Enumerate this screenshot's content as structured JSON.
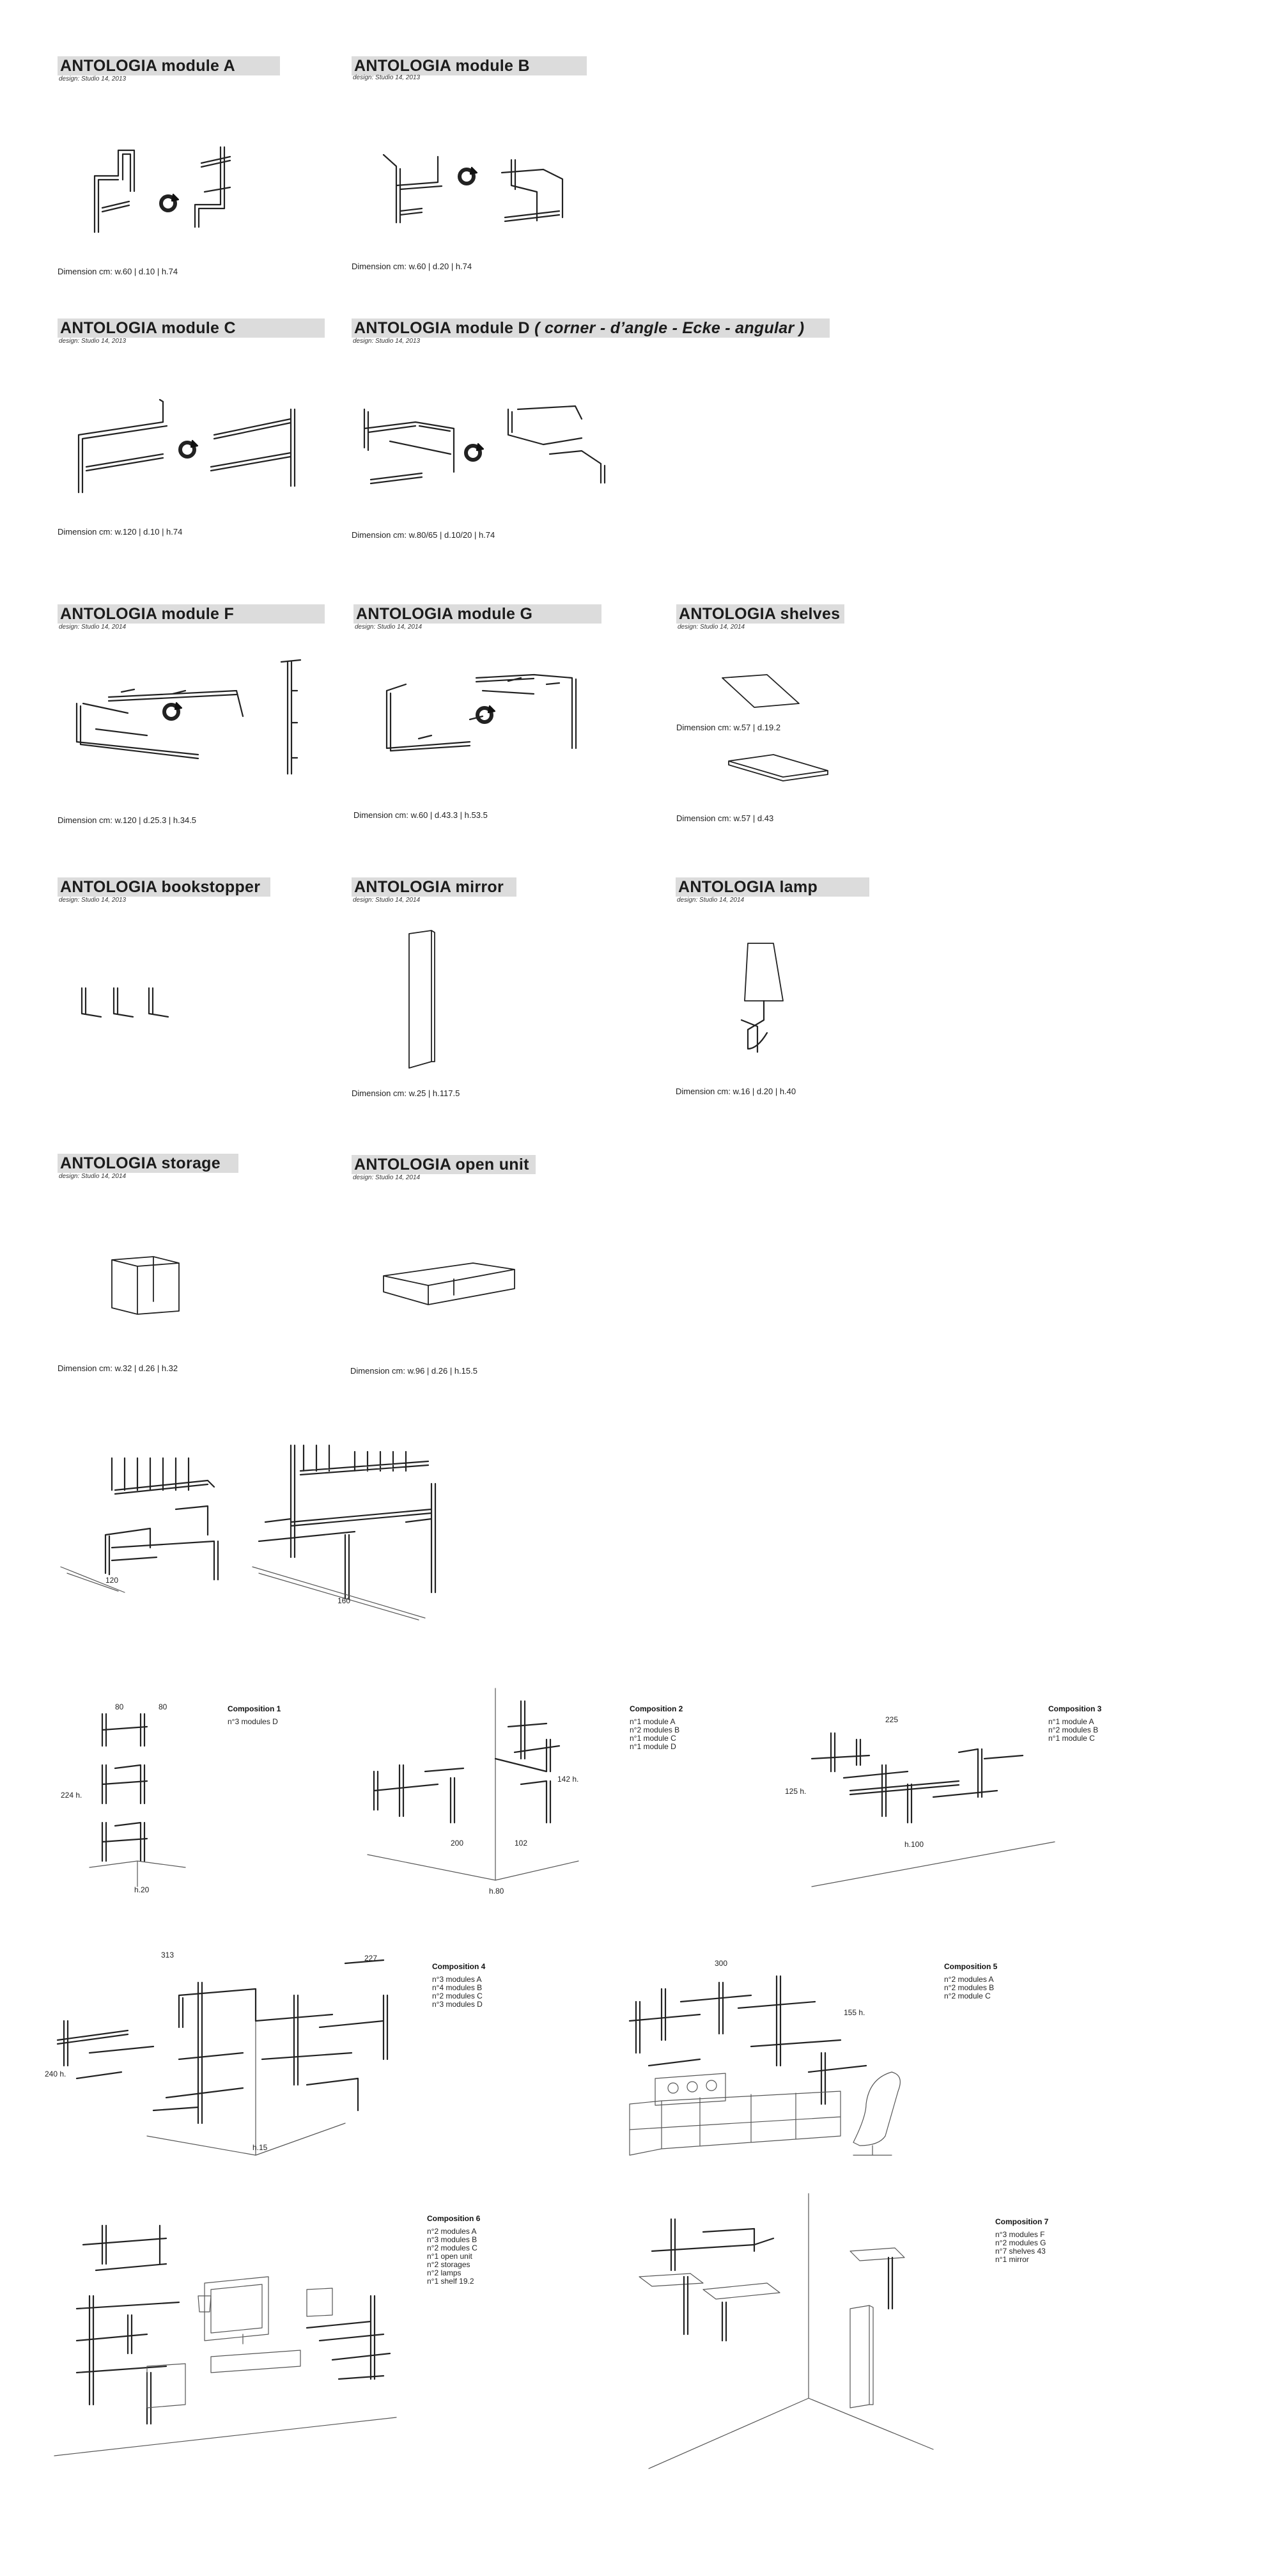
{
  "products": [
    {
      "title": "ANTOLOGIA module A",
      "design": "design: Studio 14, 2013",
      "dimension": "Dimension  cm: w.60 | d.10 | h.74"
    },
    {
      "title": "ANTOLOGIA module B",
      "design": "design: Studio 14, 2013",
      "dimension": "Dimension  cm: w.60 | d.20 | h.74"
    },
    {
      "title": "ANTOLOGIA module C",
      "design": "design: Studio 14, 2013",
      "dimension": "Dimension  cm: w.120 | d.10 | h.74"
    },
    {
      "title": "ANTOLOGIA module D",
      "title_extra": "( corner - d’angle - Ecke - angular )",
      "design": "design: Studio 14, 2013",
      "dimension": "Dimension  cm: w.80/65 | d.10/20 | h.74"
    },
    {
      "title": "ANTOLOGIA module F",
      "design": "design: Studio 14, 2014",
      "dimension": "Dimension  cm: w.120 | d.25.3 | h.34.5"
    },
    {
      "title": "ANTOLOGIA module G",
      "design": "design: Studio 14, 2014",
      "dimension": "Dimension  cm: w.60 | d.43.3 | h.53.5"
    },
    {
      "title": "ANTOLOGIA shelves",
      "design": "design: Studio 14, 2014",
      "dimension": "Dimension  cm: w.57 | d.19.2",
      "dimension2": "Dimension  cm: w.57 | d.43"
    },
    {
      "title": "ANTOLOGIA bookstopper",
      "design": "design: Studio 14, 2013"
    },
    {
      "title": "ANTOLOGIA mirror",
      "design": "design: Studio 14, 2014",
      "dimension": "Dimension  cm: w.25 | h.117.5"
    },
    {
      "title": "ANTOLOGIA lamp",
      "design": "design: Studio 14, 2014",
      "dimension": "Dimension  cm: w.16 | d.20 | h.40"
    },
    {
      "title": "ANTOLOGIA storage",
      "design": "design: Studio 14, 2014",
      "dimension": "Dimension  cm: w.32 | d.26 | h.32"
    },
    {
      "title": "ANTOLOGIA open unit",
      "design": "design: Studio 14, 2014",
      "dimension": "Dimension  cm: w.96 | d.26 | h.15.5"
    }
  ],
  "shelf_widths": {
    "left": "120",
    "right": "160"
  },
  "compositions": [
    {
      "title": "Composition 1",
      "items": [
        "n°3 modules D"
      ],
      "labels": {
        "top_a": "80",
        "top_b": "80",
        "height": "224 h.",
        "base": "h.20"
      }
    },
    {
      "title": "Composition 2",
      "items": [
        "n°1 module A",
        "n°2 modules B",
        "n°1 module C",
        "n°1 module D"
      ],
      "labels": {
        "height": "142 h.",
        "w_a": "200",
        "w_b": "102",
        "base": "h.80"
      }
    },
    {
      "title": "Composition 3",
      "items": [
        "n°1 module A",
        "n°2 modules B",
        "n°1 module C"
      ],
      "labels": {
        "width": "225",
        "height": "125 h.",
        "base": "h.100"
      }
    },
    {
      "title": "Composition 4",
      "items": [
        "n°3 modules A",
        "n°4 modules B",
        "n°2 modules C",
        "n°3 modules D"
      ],
      "labels": {
        "w_a": "313",
        "w_b": "227",
        "height": "240 h.",
        "base": "h.15"
      }
    },
    {
      "title": "Composition 5",
      "items": [
        "n°2 modules A",
        "n°2 modules B",
        "n°2 module C"
      ],
      "labels": {
        "width": "300",
        "height": "155 h."
      }
    },
    {
      "title": "Composition 6",
      "items": [
        "n°2 modules A",
        "n°3 modules B",
        "n°2 modules C",
        "n°1 open unit",
        "n°2 storages",
        "n°2 lamps",
        "n°1 shelf 19.2"
      ]
    },
    {
      "title": "Composition 7",
      "items": [
        "n°3 modules F",
        "n°2 modules G",
        "n°7 shelves 43",
        "n°1 mirror"
      ]
    }
  ],
  "icons": [
    "rotate-icon"
  ]
}
